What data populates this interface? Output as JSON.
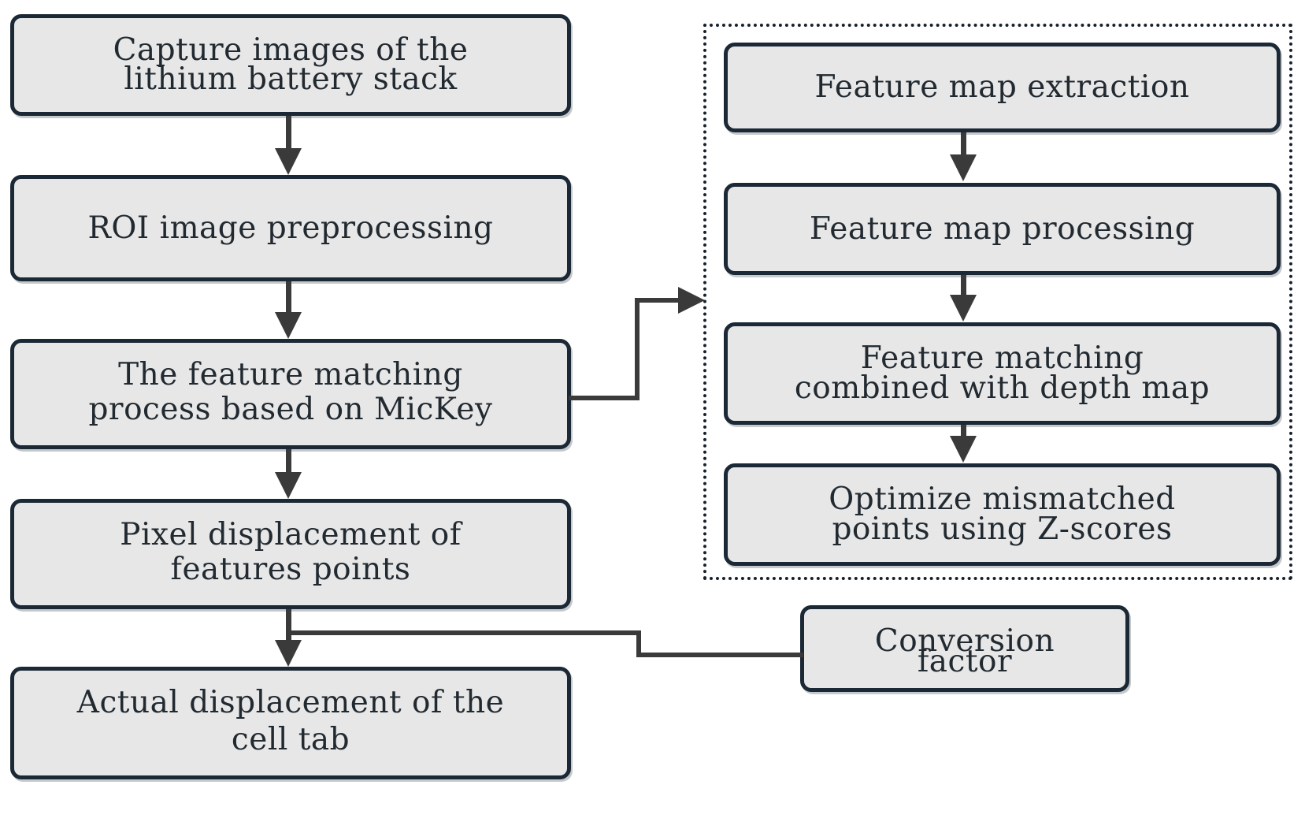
{
  "diagram": {
    "title": "Lithium battery cell tab displacement measurement flowchart",
    "colors": {
      "node_fill": "#e7e7e7",
      "node_border": "#1b2835",
      "connector": "#3a3a3a",
      "group_border": "#16212b",
      "background": "#ffffff"
    },
    "left_column": {
      "nodes": [
        {
          "id": "capture",
          "label": "Capture images of the\nlithium battery stack",
          "line1": "Capture images of the",
          "line2": "lithium battery stack"
        },
        {
          "id": "roi",
          "label": "ROI image preprocessing",
          "line1": "ROI image preprocessing",
          "line2": ""
        },
        {
          "id": "mickey",
          "label": "The feature matching\nprocess based on MicKey",
          "line1": "The feature matching",
          "line2": "process based on MicKey"
        },
        {
          "id": "pixel-disp",
          "label": "Pixel displacement of\nfeatures points",
          "line1": "Pixel displacement of",
          "line2": "features points"
        },
        {
          "id": "actual-disp",
          "label": "Actual displacement of the\ncell tab",
          "line1": "Actual displacement of the",
          "line2": "cell tab"
        }
      ]
    },
    "right_group": {
      "nodes": [
        {
          "id": "feat-extract",
          "label": "Feature map extraction",
          "line1": "Feature map extraction",
          "line2": ""
        },
        {
          "id": "feat-process",
          "label": "Feature map processing",
          "line1": "Feature map processing",
          "line2": ""
        },
        {
          "id": "feat-match-depth",
          "label": "Feature matching\ncombined with depth map",
          "line1": "Feature matching",
          "line2": "combined with depth map"
        },
        {
          "id": "optimize-z",
          "label": "Optimize mismatched\npoints using Z-scores",
          "line1": "Optimize mismatched",
          "line2": "points using Z-scores"
        }
      ]
    },
    "side_nodes": [
      {
        "id": "conversion-factor",
        "label": "Conversion\nfactor",
        "line1": "Conversion",
        "line2": "factor"
      }
    ],
    "connectors": [
      {
        "id": "capture-to-roi",
        "type": "arrow-down"
      },
      {
        "id": "roi-to-mickey",
        "type": "arrow-down"
      },
      {
        "id": "mickey-to-pixel",
        "type": "arrow-down"
      },
      {
        "id": "pixel-to-actual",
        "type": "arrow-down"
      },
      {
        "id": "mickey-to-group",
        "type": "elbow-arrow-right"
      },
      {
        "id": "extract-to-process",
        "type": "arrow-down"
      },
      {
        "id": "process-to-match",
        "type": "arrow-down"
      },
      {
        "id": "match-to-optimize",
        "type": "arrow-down"
      },
      {
        "id": "conversion-to-actual",
        "type": "elbow-line"
      }
    ]
  }
}
